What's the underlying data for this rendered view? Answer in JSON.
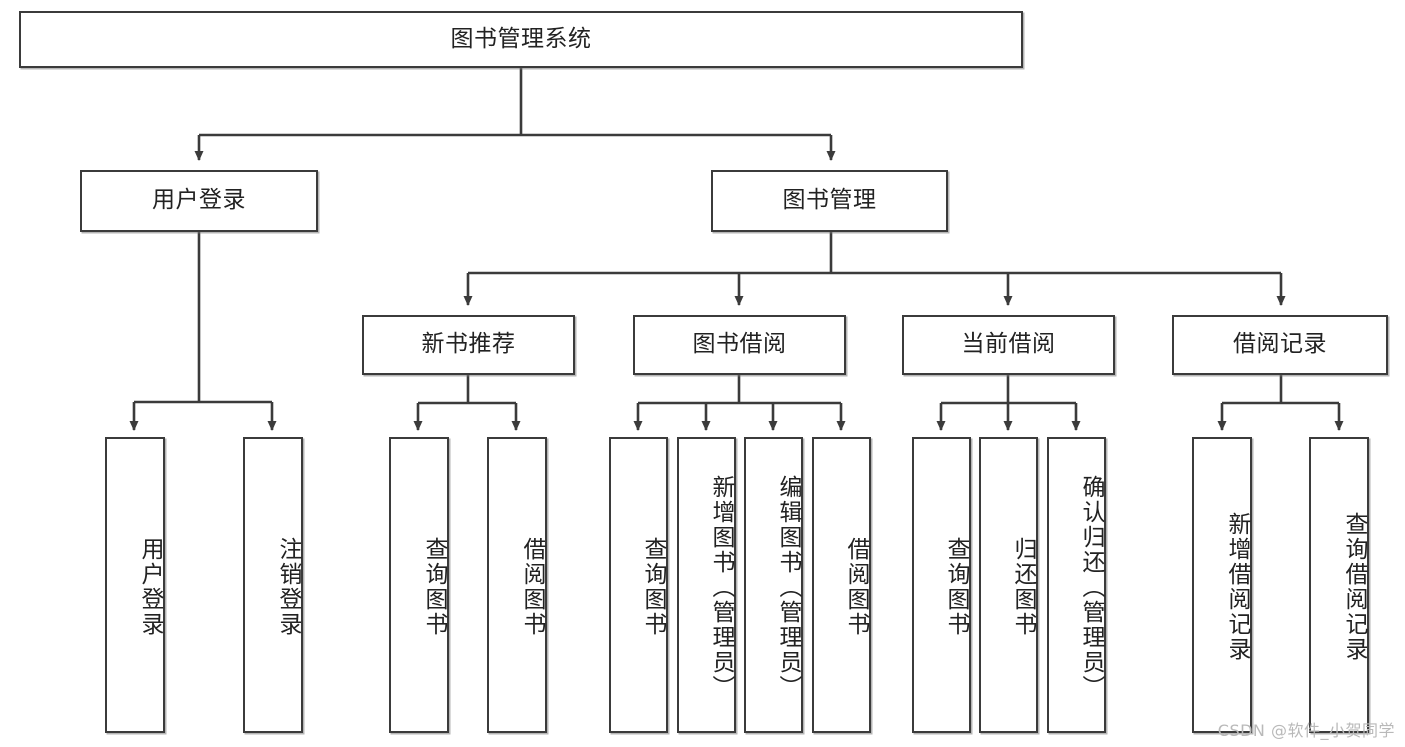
{
  "diagram": {
    "title": "图书管理系统",
    "type": "tree-hierarchy",
    "root": {
      "label": "图书管理系统"
    },
    "level2": [
      {
        "label": "用户登录"
      },
      {
        "label": "图书管理"
      }
    ],
    "level3": [
      {
        "label": "新书推荐"
      },
      {
        "label": "图书借阅"
      },
      {
        "label": "当前借阅"
      },
      {
        "label": "借阅记录"
      }
    ],
    "leaves": {
      "user_login": [
        {
          "label": "用户登录"
        },
        {
          "label": "注销登录"
        }
      ],
      "new_book_recommend": [
        {
          "label": "查询图书"
        },
        {
          "label": "借阅图书"
        }
      ],
      "book_borrow": [
        {
          "label": "查询图书"
        },
        {
          "label": "新增图书（管理员）"
        },
        {
          "label": "编辑图书（管理员）"
        },
        {
          "label": "借阅图书"
        }
      ],
      "current_borrow": [
        {
          "label": "查询图书"
        },
        {
          "label": "归还图书"
        },
        {
          "label": "确认归还（管理员）"
        }
      ],
      "borrow_record": [
        {
          "label": "新增借阅记录"
        },
        {
          "label": "查询借阅记录"
        }
      ]
    }
  },
  "watermark": {
    "text": "CSDN @软件_小贺同学"
  },
  "colors": {
    "border": "#3b3b3b",
    "text": "#222222",
    "background": "#ffffff",
    "watermark": "#b9b9b9"
  }
}
